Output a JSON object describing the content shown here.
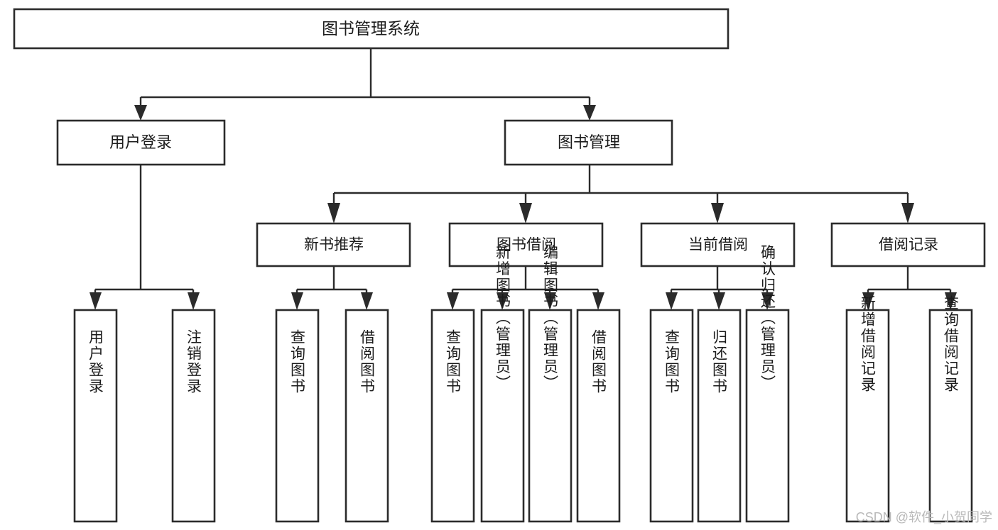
{
  "diagram": {
    "title": "图书管理系统",
    "type": "hierarchy-tree",
    "watermark": "CSDN @软件_小贺同学",
    "colors": {
      "box_stroke": "#2b2b2b",
      "box_fill": "#ffffff",
      "text": "#1b1b1b",
      "background": "#ffffff",
      "watermark": "#b9b9b9"
    },
    "levels": {
      "root": {
        "label": "图书管理系统"
      },
      "level2": [
        {
          "id": "user-login",
          "label": "用户登录"
        },
        {
          "id": "book-manage",
          "label": "图书管理"
        }
      ],
      "level3": [
        {
          "id": "new-book-recommend",
          "label": "新书推荐",
          "parent": "book-manage"
        },
        {
          "id": "book-borrow",
          "label": "图书借阅",
          "parent": "book-manage"
        },
        {
          "id": "current-borrow",
          "label": "当前借阅",
          "parent": "book-manage"
        },
        {
          "id": "borrow-record",
          "label": "借阅记录",
          "parent": "book-manage"
        }
      ],
      "leaves": [
        {
          "id": "leaf-user-login",
          "label": "用户登录",
          "parent": "user-login"
        },
        {
          "id": "leaf-logout-login",
          "label": "注销登录",
          "parent": "user-login"
        },
        {
          "id": "leaf-query-book-1",
          "label": "查询图书",
          "parent": "new-book-recommend"
        },
        {
          "id": "leaf-borrow-book-1",
          "label": "借阅图书",
          "parent": "new-book-recommend"
        },
        {
          "id": "leaf-query-book-2",
          "label": "查询图书",
          "parent": "book-borrow"
        },
        {
          "id": "leaf-add-book-admin",
          "label": "新增图书（管理员）",
          "parent": "book-borrow"
        },
        {
          "id": "leaf-edit-book-admin",
          "label": "编辑图书（管理员）",
          "parent": "book-borrow"
        },
        {
          "id": "leaf-borrow-book-2",
          "label": "借阅图书",
          "parent": "book-borrow"
        },
        {
          "id": "leaf-query-book-3",
          "label": "查询图书",
          "parent": "current-borrow"
        },
        {
          "id": "leaf-return-book",
          "label": "归还图书",
          "parent": "current-borrow"
        },
        {
          "id": "leaf-confirm-return-admin",
          "label": "确认归还（管理员）",
          "parent": "current-borrow"
        },
        {
          "id": "leaf-add-borrow-record",
          "label": "新增借阅记录",
          "parent": "borrow-record"
        },
        {
          "id": "leaf-query-borrow-record",
          "label": "查询借阅记录",
          "parent": "borrow-record"
        }
      ]
    }
  }
}
